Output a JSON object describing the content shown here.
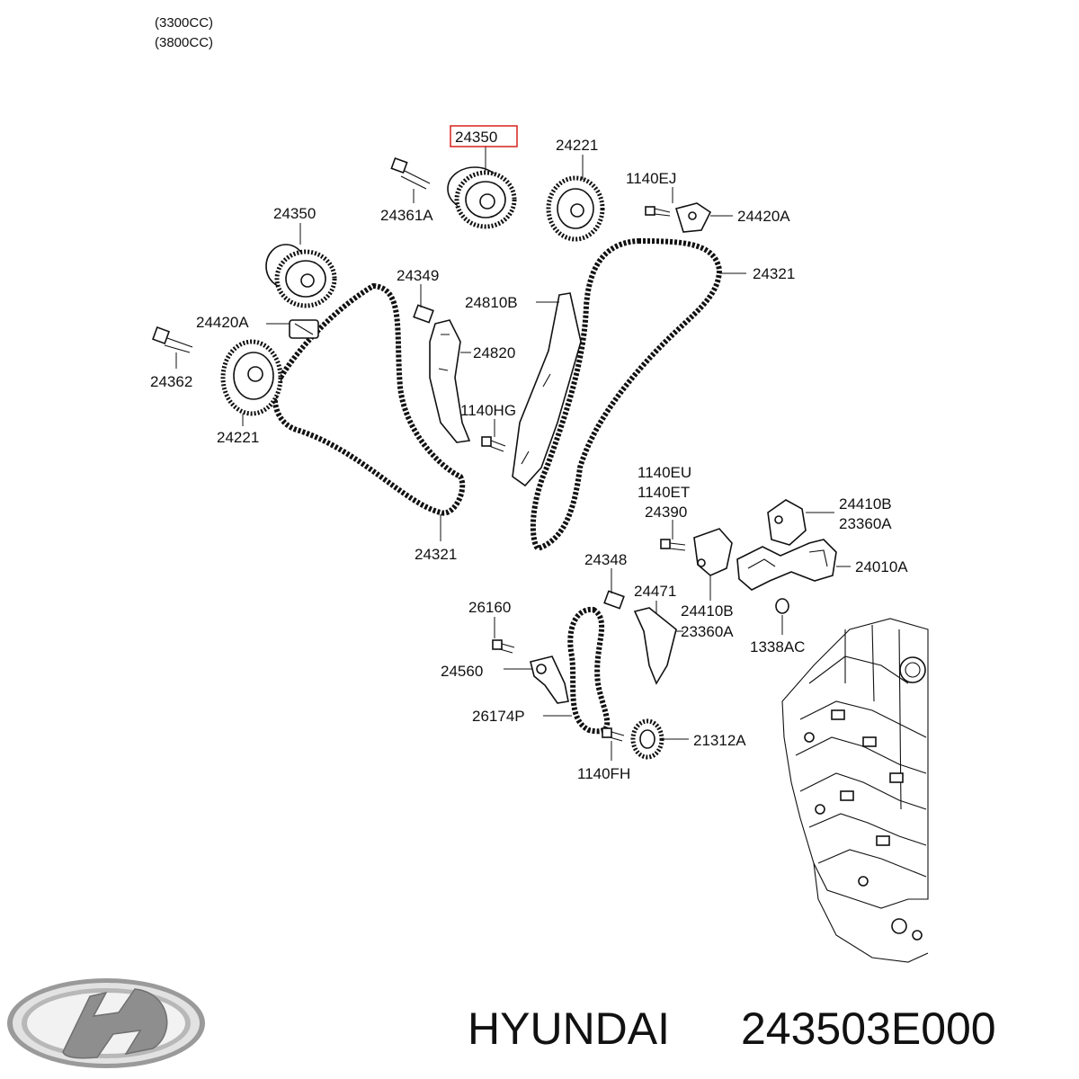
{
  "header": {
    "variant_1": "(3300CC)",
    "variant_2": "(3800CC)"
  },
  "highlight": {
    "part": "24350",
    "color": "#d9302b"
  },
  "parts": {
    "p24350_top": "24350",
    "p24221_top": "24221",
    "p24361A": "24361A",
    "p1140EJ": "1140EJ",
    "p24420A_right": "24420A",
    "p24350_left": "24350",
    "p24321_right": "24321",
    "p24349": "24349",
    "p24810B": "24810B",
    "p24420A_left": "24420A",
    "p24820": "24820",
    "p24362": "24362",
    "p1140HG": "1140HG",
    "p24221_left": "24221",
    "p1140EU": "1140EU",
    "p1140ET": "1140ET",
    "p24390": "24390",
    "p24410B_top": "24410B",
    "p23360A_top": "23360A",
    "p24321_bottom": "24321",
    "p24348": "24348",
    "p24010A": "24010A",
    "p24471": "24471",
    "p26160": "26160",
    "p24410B_mid": "24410B",
    "p23360A_mid": "23360A",
    "p1338AC": "1338AC",
    "p24560": "24560",
    "p26174P": "26174P",
    "p21312A": "21312A",
    "p1140FH": "1140FH"
  },
  "footer": {
    "brand": "HYUNDAI",
    "part_number": "243503E000"
  },
  "icons": {
    "logo": "hyundai-logo-icon",
    "engine": "engine-block-illustration"
  }
}
